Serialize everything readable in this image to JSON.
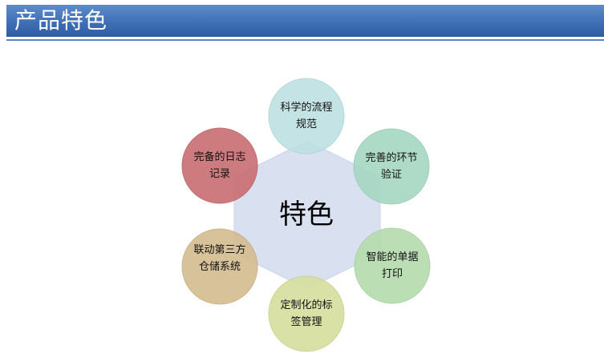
{
  "header": {
    "title": "产品特色"
  },
  "diagram": {
    "center": {
      "label": "特色",
      "color": "#d6deee"
    },
    "nodes": [
      {
        "id": "node-1",
        "label": "科学的流程规范",
        "color": "#bfe1e3"
      },
      {
        "id": "node-2",
        "label": "完善的环节验证",
        "color": "#a8d8c3"
      },
      {
        "id": "node-3",
        "label": "智能的单据打印",
        "color": "#b6dcae"
      },
      {
        "id": "node-4",
        "label": "定制化的标签管理",
        "color": "#d6df9f"
      },
      {
        "id": "node-5",
        "label": "联动第三方仓储系统",
        "color": "#d5bd92"
      },
      {
        "id": "node-6",
        "label": "完备的日志记录",
        "color": "#c97074"
      }
    ]
  }
}
